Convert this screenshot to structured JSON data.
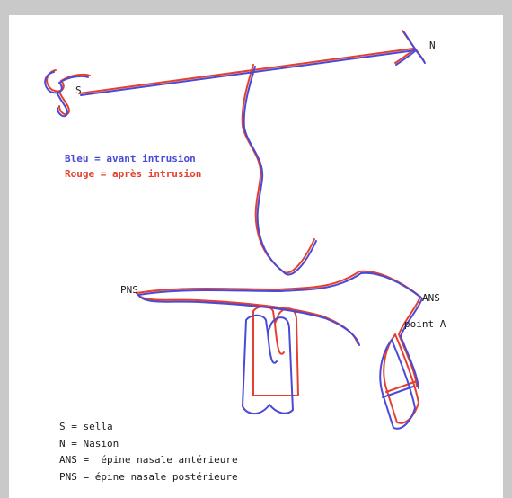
{
  "labels": {
    "s": "S",
    "n": "N",
    "pns": "PNS",
    "ans": "ANS",
    "point_a": "point A"
  },
  "legend": {
    "blue": "Bleu = avant intrusion",
    "red": "Rouge = après intrusion"
  },
  "key": [
    "S = sella",
    "N = Nasion",
    "ANS =  épine nasale antérieure",
    "PNS = épine nasale postérieure"
  ],
  "colors": {
    "before": "#4a4ad6",
    "after": "#e5402f",
    "background": "#c9c9c9"
  }
}
